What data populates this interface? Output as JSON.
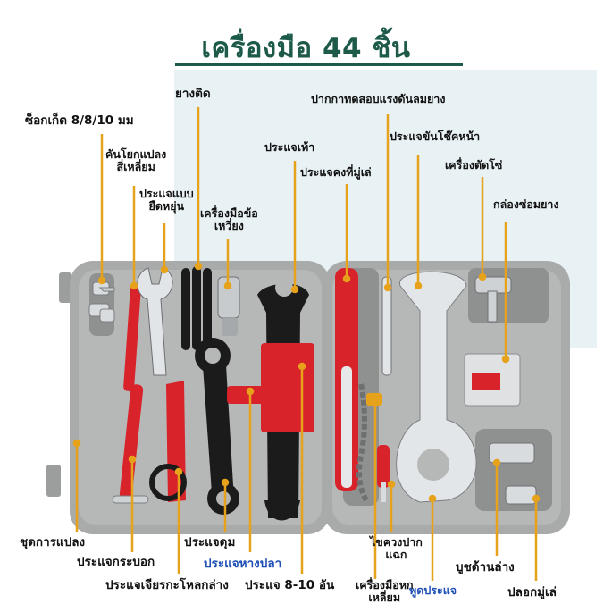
{
  "title": "เครื่องมือ 44 ชิ้น",
  "colors": {
    "title": "#1d5a4a",
    "case": "#a9abab",
    "case_dark": "#8f9191",
    "tool_red": "#d8232a",
    "tool_black": "#1b1b1b",
    "chrome": "#d9dcde",
    "leader": "#e6a21a",
    "highlight_blue": "#1f4fb5"
  },
  "labels": {
    "socket": "ซ็อกเก็ต 8/8/10 มม",
    "hex_key_line1": "คันโยกแปลง",
    "hex_key_line2": "สี่เหลี่ยม",
    "adjustable_line1": "ประแจแบบ",
    "adjustable_line2": "ยืดหยุ่น",
    "tire_lever": "ยางติด",
    "joint_line1": "เครื่องมือข้อ",
    "joint_line2": "เหวี่ยง",
    "pedal_wrench": "ประแจเท้า",
    "gauge": "ปากกาทดสอบแรงดันลมยาง",
    "chain_whip": "ประแจคงที่มู่เล่",
    "headset": "ประแจขันโช๊คหน้า",
    "chain_breaker": "เครื่องตัดโซ่",
    "patch_kit": "กล่องซ่อมยาง",
    "conversion": "ชุดการแปลง",
    "tube_wrench": "ประแจกระบอก",
    "crank_puller": "ประแจเจียรกะโหลกล่าง",
    "cone_wrench": "ประแจดุม",
    "fishtail": "ประแจหางปลา",
    "spanners": "ประแจ 8-10 อัน",
    "screwdriver_line1": "ไขควงปาก",
    "screwdriver_line2": "แฉก",
    "hex_tool_line1": "เครื่องมือหก",
    "hex_tool_line2": "เหลี่ยม",
    "spoke_wrench": "พูดประแจ",
    "bb_cup": "บูชด้านล่าง",
    "freewheel": "ปลอกมู่เล่"
  }
}
